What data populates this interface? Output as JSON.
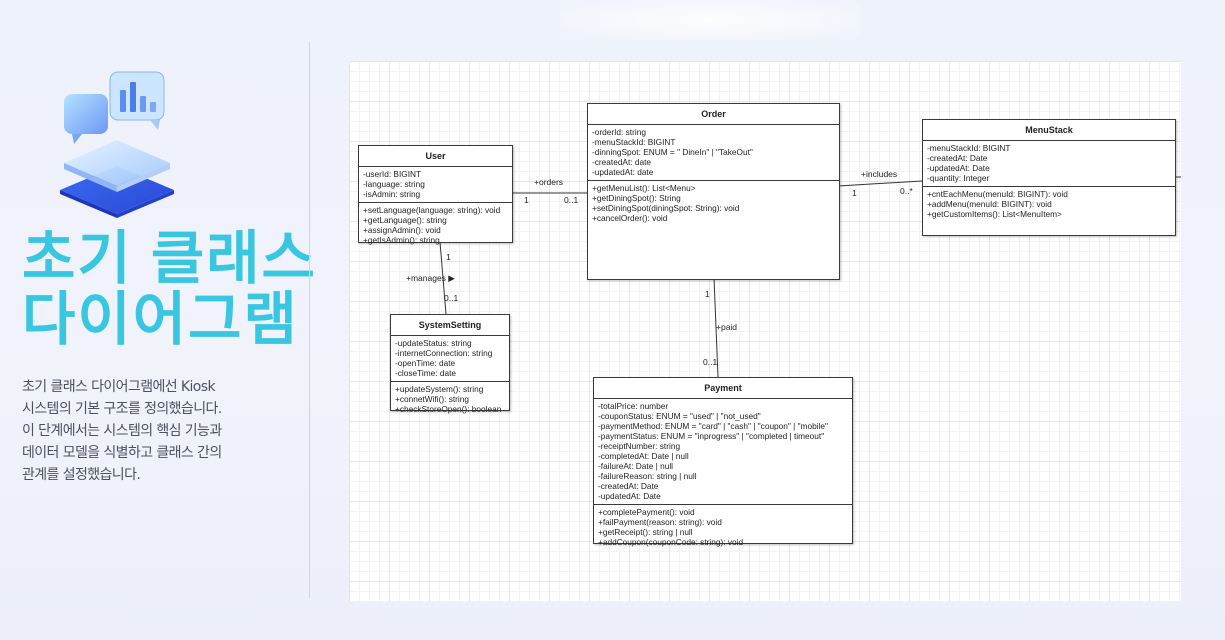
{
  "title": {
    "line1": "초기 클래스",
    "line2": "다이어그램"
  },
  "description": "초기 클래스 다이어그램에선 Kiosk 시스템의 기본 구조를 정의했습니다. 이 단계에서는 시스템의 핵심 기능과 데이터 모델을 식별하고 클래스 간의 관계를 설정했습니다.",
  "colors": {
    "accent": "#39c6e0",
    "text": "#4b5160"
  },
  "icon": "chart-chat-platform-icon",
  "diagram": {
    "classes": {
      "user": {
        "name": "User",
        "attributes": [
          "-userId: BIGINT",
          "-language: string",
          "-isAdmin: string"
        ],
        "methods": [
          "+setLanguage(language: string): void",
          "+getLanguage(): string",
          "+assignAdmin(): void",
          "+getIsAdmin(): string"
        ]
      },
      "order": {
        "name": "Order",
        "attributes": [
          "-orderId: string",
          "-menuStackId: BIGINT",
          "-dinningSpot: ENUM = \" DineIn\" | \"TakeOut\"",
          "-createdAt: date",
          "-updatedAt: date"
        ],
        "methods": [
          "+getMenuList(): List<Menu>",
          "+getDiningSpot(): String",
          "+setDiningSpot(diningSpot: String): void",
          "+cancelOrder(): void"
        ]
      },
      "menustack": {
        "name": "MenuStack",
        "attributes": [
          "-menuStackId: BIGINT",
          "-createdAt: Date",
          "-updatedAt: Date",
          "-quantity: Integer"
        ],
        "methods": [
          "+cntEachMenu(menuId: BIGINT): void",
          "+addMenu(menuId: BIGINT): void",
          "+getCustomItems(): List<MenuItem>"
        ]
      },
      "systemsetting": {
        "name": "SystemSetting",
        "attributes": [
          "-updateStatus: string",
          "-internetConnection: string",
          "-openTime: date",
          "-closeTime: date"
        ],
        "methods": [
          "+updateSystem(): string",
          "+connetWifi(): string",
          "+checkStoreOpen(): boolean"
        ]
      },
      "payment": {
        "name": "Payment",
        "attributes": [
          "-totalPrice: number",
          "-couponStatus: ENUM = \"used\" | \"not_used\"",
          "-paymentMethod: ENUM = \"card\" | \"cash\" | \"coupon\" | \"mobile\"",
          "-paymentStatus: ENUM = \"inprogress\" | \"completed | timeout\"",
          "-receiptNumber: string",
          "-completedAt: Date | null",
          "-failureAt: Date | null",
          "-failureReason: string | null",
          "-createdAt: Date",
          "-updatedAt: Date"
        ],
        "methods": [
          "+completePayment(): void",
          "+failPayment(reason: string): void",
          "+getReceipt(): string | null",
          "+addCoupon(couponCode: string): void"
        ]
      }
    },
    "relations": {
      "orders": {
        "label": "+orders",
        "from_mult": "1",
        "to_mult": "0..1"
      },
      "includes": {
        "label": "+includes",
        "from_mult": "1",
        "to_mult": "0..*"
      },
      "manages": {
        "label": "+manages ▶",
        "from_mult": "1",
        "to_mult": "0..1"
      },
      "paid": {
        "label": "+paid",
        "from_mult": "1",
        "to_mult": "0..1"
      }
    }
  }
}
